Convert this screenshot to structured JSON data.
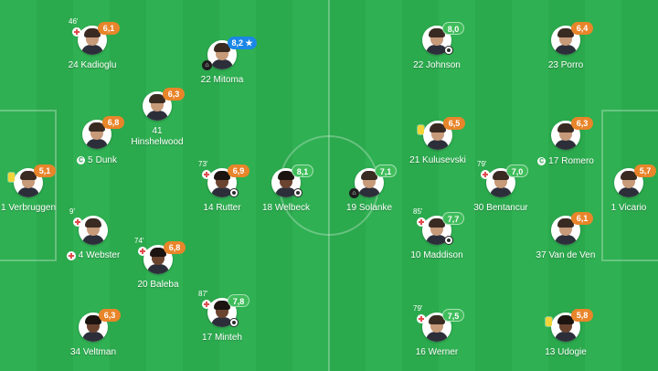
{
  "left_team": {
    "players": [
      {
        "number": "24",
        "name": "Kadioglu",
        "rating": "6,1",
        "rating_color": "orange",
        "minute": "46'",
        "sub": true
      },
      {
        "number": "22",
        "name": "Mitoma",
        "rating": "8,2 ★",
        "rating_color": "blue",
        "assist": true
      },
      {
        "number": "41",
        "name": "Hinshelwood",
        "rating": "6,3",
        "rating_color": "orange"
      },
      {
        "number": "5",
        "name": "Dunk",
        "rating": "6,8",
        "rating_color": "orange",
        "captain": true
      },
      {
        "number": "1",
        "name": "Verbruggen",
        "rating": "5,1",
        "rating_color": "orange",
        "yellow": true
      },
      {
        "number": "14",
        "name": "Rutter",
        "rating": "6,9",
        "rating_color": "orange",
        "minute": "73'",
        "sub": true,
        "goal": true
      },
      {
        "number": "18",
        "name": "Welbeck",
        "rating": "8,1",
        "rating_color": "green",
        "goal": true
      },
      {
        "number": "4",
        "name": "Webster",
        "rating": "",
        "rating_color": "orange",
        "minute": "9'",
        "sub": true,
        "red_sub": true
      },
      {
        "number": "20",
        "name": "Baleba",
        "rating": "6,8",
        "rating_color": "orange",
        "minute": "74'",
        "sub": true
      },
      {
        "number": "17",
        "name": "Minteh",
        "rating": "7,8",
        "rating_color": "green",
        "minute": "87'",
        "sub": true,
        "goal": true
      },
      {
        "number": "34",
        "name": "Veltman",
        "rating": "6,3",
        "rating_color": "orange"
      }
    ]
  },
  "right_team": {
    "players": [
      {
        "number": "22",
        "name": "Johnson",
        "rating": "8,0",
        "rating_color": "green",
        "goal": true
      },
      {
        "number": "23",
        "name": "Porro",
        "rating": "6,4",
        "rating_color": "orange"
      },
      {
        "number": "21",
        "name": "Kulusevski",
        "rating": "6,5",
        "rating_color": "orange",
        "yellow": true
      },
      {
        "number": "17",
        "name": "Romero",
        "rating": "6,3",
        "rating_color": "orange",
        "captain": true
      },
      {
        "number": "19",
        "name": "Solanke",
        "rating": "7,1",
        "rating_color": "green",
        "assist": true
      },
      {
        "number": "30",
        "name": "Bentancur",
        "rating": "7,0",
        "rating_color": "green",
        "minute": "79'",
        "sub": true
      },
      {
        "number": "1",
        "name": "Vicario",
        "rating": "5,7",
        "rating_color": "orange"
      },
      {
        "number": "10",
        "name": "Maddison",
        "rating": "7,7",
        "rating_color": "green",
        "minute": "85'",
        "sub": true,
        "goal": true
      },
      {
        "number": "37",
        "name": "Van de Ven",
        "rating": "6,1",
        "rating_color": "orange"
      },
      {
        "number": "16",
        "name": "Werner",
        "rating": "7,5",
        "rating_color": "green",
        "minute": "79'",
        "sub": true
      },
      {
        "number": "13",
        "name": "Udogie",
        "rating": "5,8",
        "rating_color": "orange",
        "yellow": true
      }
    ]
  },
  "colors": {
    "pitch": "#2fb052",
    "rating_orange": "#e8852a",
    "rating_green": "#3fbd5b",
    "rating_blue": "#1b87e6"
  }
}
